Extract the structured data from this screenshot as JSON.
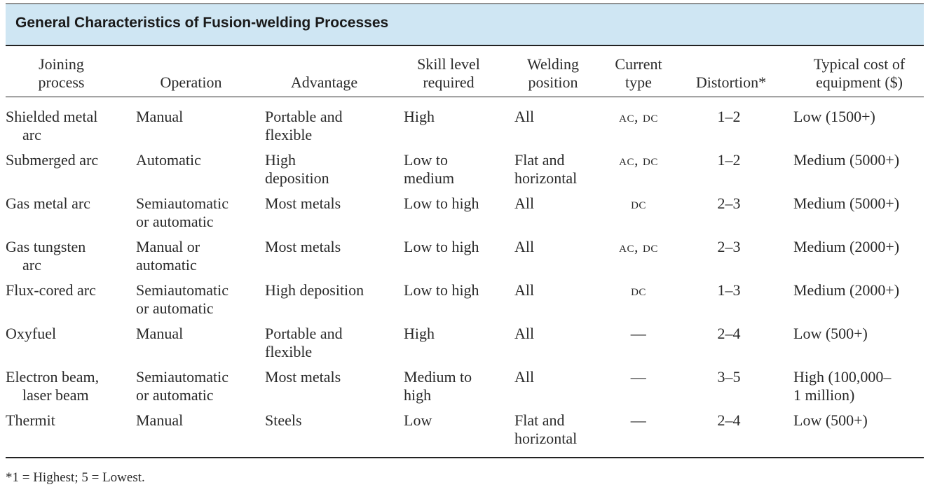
{
  "title": "General Characteristics of Fusion-welding Processes",
  "headers": {
    "joining_process": [
      "Joining",
      "process"
    ],
    "operation": [
      "Operation"
    ],
    "advantage": [
      "Advantage"
    ],
    "skill_level": [
      "Skill level",
      "required"
    ],
    "welding_position": [
      "Welding",
      "position"
    ],
    "current_type": [
      "Current",
      "type"
    ],
    "distortion": [
      "Distortion*"
    ],
    "cost": [
      "Typical cost of",
      "equipment ($)"
    ]
  },
  "rows": [
    {
      "process": [
        "Shielded metal",
        "arc"
      ],
      "operation": [
        "Manual"
      ],
      "advantage": [
        "Portable and",
        "flexible"
      ],
      "skill": [
        "High"
      ],
      "position": [
        "All"
      ],
      "current": [
        "ac, dc"
      ],
      "distortion": "1–2",
      "cost": [
        "Low (1500+)"
      ]
    },
    {
      "process": [
        "Submerged arc"
      ],
      "operation": [
        "Automatic"
      ],
      "advantage": [
        "High",
        "deposition"
      ],
      "skill": [
        "Low to",
        "medium"
      ],
      "position": [
        "Flat and",
        "horizontal"
      ],
      "current": [
        "ac, dc"
      ],
      "distortion": "1–2",
      "cost": [
        "Medium (5000+)"
      ]
    },
    {
      "process": [
        "Gas metal arc"
      ],
      "operation": [
        "Semiautomatic",
        "or automatic"
      ],
      "advantage": [
        "Most metals"
      ],
      "skill": [
        "Low to high"
      ],
      "position": [
        "All"
      ],
      "current": [
        "dc"
      ],
      "distortion": "2–3",
      "cost": [
        "Medium (5000+)"
      ]
    },
    {
      "process": [
        "Gas tungsten",
        "arc"
      ],
      "operation": [
        "Manual or",
        "automatic"
      ],
      "advantage": [
        "Most metals"
      ],
      "skill": [
        "Low to high"
      ],
      "position": [
        "All"
      ],
      "current": [
        "ac, dc"
      ],
      "distortion": "2–3",
      "cost": [
        "Medium (2000+)"
      ]
    },
    {
      "process": [
        "Flux-cored arc"
      ],
      "operation": [
        "Semiautomatic",
        "or automatic"
      ],
      "advantage": [
        "High deposition"
      ],
      "skill": [
        "Low to high"
      ],
      "position": [
        "All"
      ],
      "current": [
        "dc"
      ],
      "distortion": "1–3",
      "cost": [
        "Medium (2000+)"
      ]
    },
    {
      "process": [
        "Oxyfuel"
      ],
      "operation": [
        "Manual"
      ],
      "advantage": [
        "Portable and",
        "flexible"
      ],
      "skill": [
        "High"
      ],
      "position": [
        "All"
      ],
      "current": [
        "—"
      ],
      "distortion": "2–4",
      "cost": [
        "Low (500+)"
      ]
    },
    {
      "process": [
        "Electron beam,",
        "laser beam"
      ],
      "operation": [
        "Semiautomatic",
        "or automatic"
      ],
      "advantage": [
        "Most metals"
      ],
      "skill": [
        "Medium to",
        "high"
      ],
      "position": [
        "All"
      ],
      "current": [
        "—"
      ],
      "distortion": "3–5",
      "cost": [
        "High (100,000–",
        "1 million)"
      ]
    },
    {
      "process": [
        "Thermit"
      ],
      "operation": [
        "Manual"
      ],
      "advantage": [
        "Steels"
      ],
      "skill": [
        "Low"
      ],
      "position": [
        "Flat and",
        "horizontal"
      ],
      "current": [
        "—"
      ],
      "distortion": "2–4",
      "cost": [
        "Low (500+)"
      ]
    }
  ],
  "footnote": "*1 = Highest; 5 = Lowest."
}
